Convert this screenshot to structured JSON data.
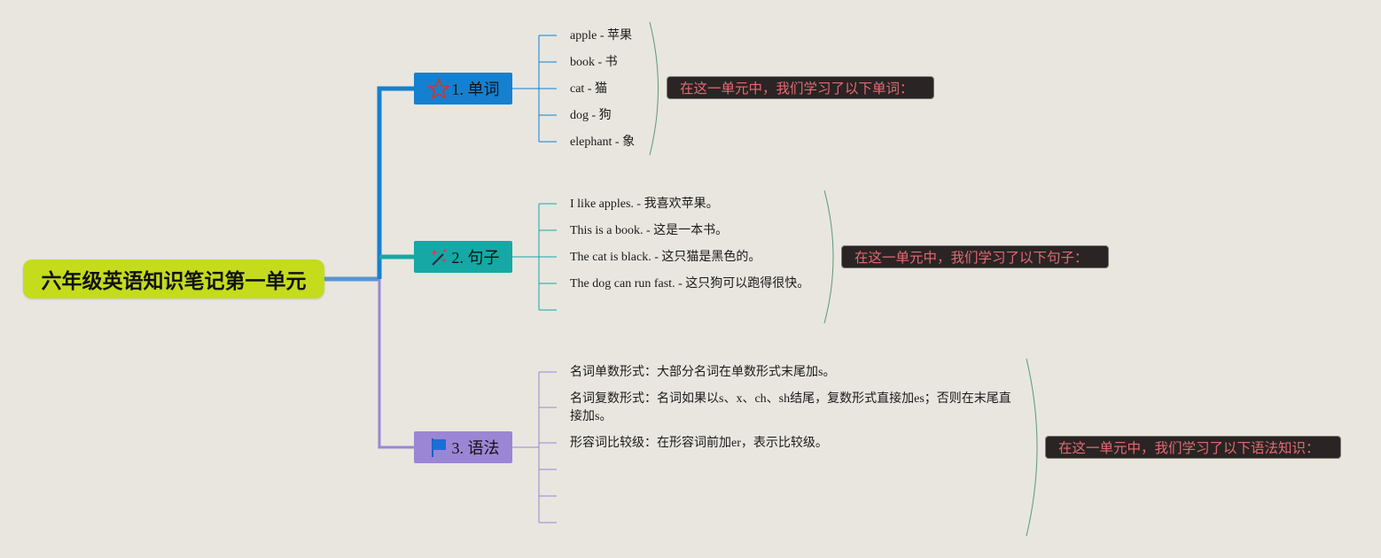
{
  "root": {
    "title": "六年级英语知识笔记第一单元"
  },
  "branches": [
    {
      "label": "1. 单词",
      "icon": "star-icon",
      "color": "#1580d0",
      "summary": "在这一单元中，我们学习了以下单词：",
      "items": [
        "apple - 苹果",
        "book - 书",
        "cat - 猫",
        "dog - 狗",
        "elephant - 象"
      ]
    },
    {
      "label": "2. 句子",
      "icon": "sparkle-wand-icon",
      "color": "#16a8a4",
      "summary": "在这一单元中，我们学习了以下句子：",
      "items": [
        "I like apples. - 我喜欢苹果。",
        "This is a book. - 这是一本书。",
        "The cat is black. - 这只猫是黑色的。",
        "The dog can run fast. - 这只狗可以跑得很快。"
      ]
    },
    {
      "label": "3. 语法",
      "icon": "flag-icon",
      "color": "#9a86d4",
      "summary": "在这一单元中，我们学习了以下语法知识：",
      "items": [
        "名词单数形式：大部分名词在单数形式末尾加s。",
        "名词复数形式：名词如果以s、x、ch、sh结尾，复数形式直接加es；否则在末尾直接加s。",
        "形容词比较级：在形容词前加er，表示比较级。"
      ]
    }
  ],
  "colors": {
    "background": "#e8e6df",
    "root": "#c4dc1c",
    "summary_bg": "#2a2424",
    "summary_text": "#e26a72",
    "bracket": "#5a9a78"
  }
}
